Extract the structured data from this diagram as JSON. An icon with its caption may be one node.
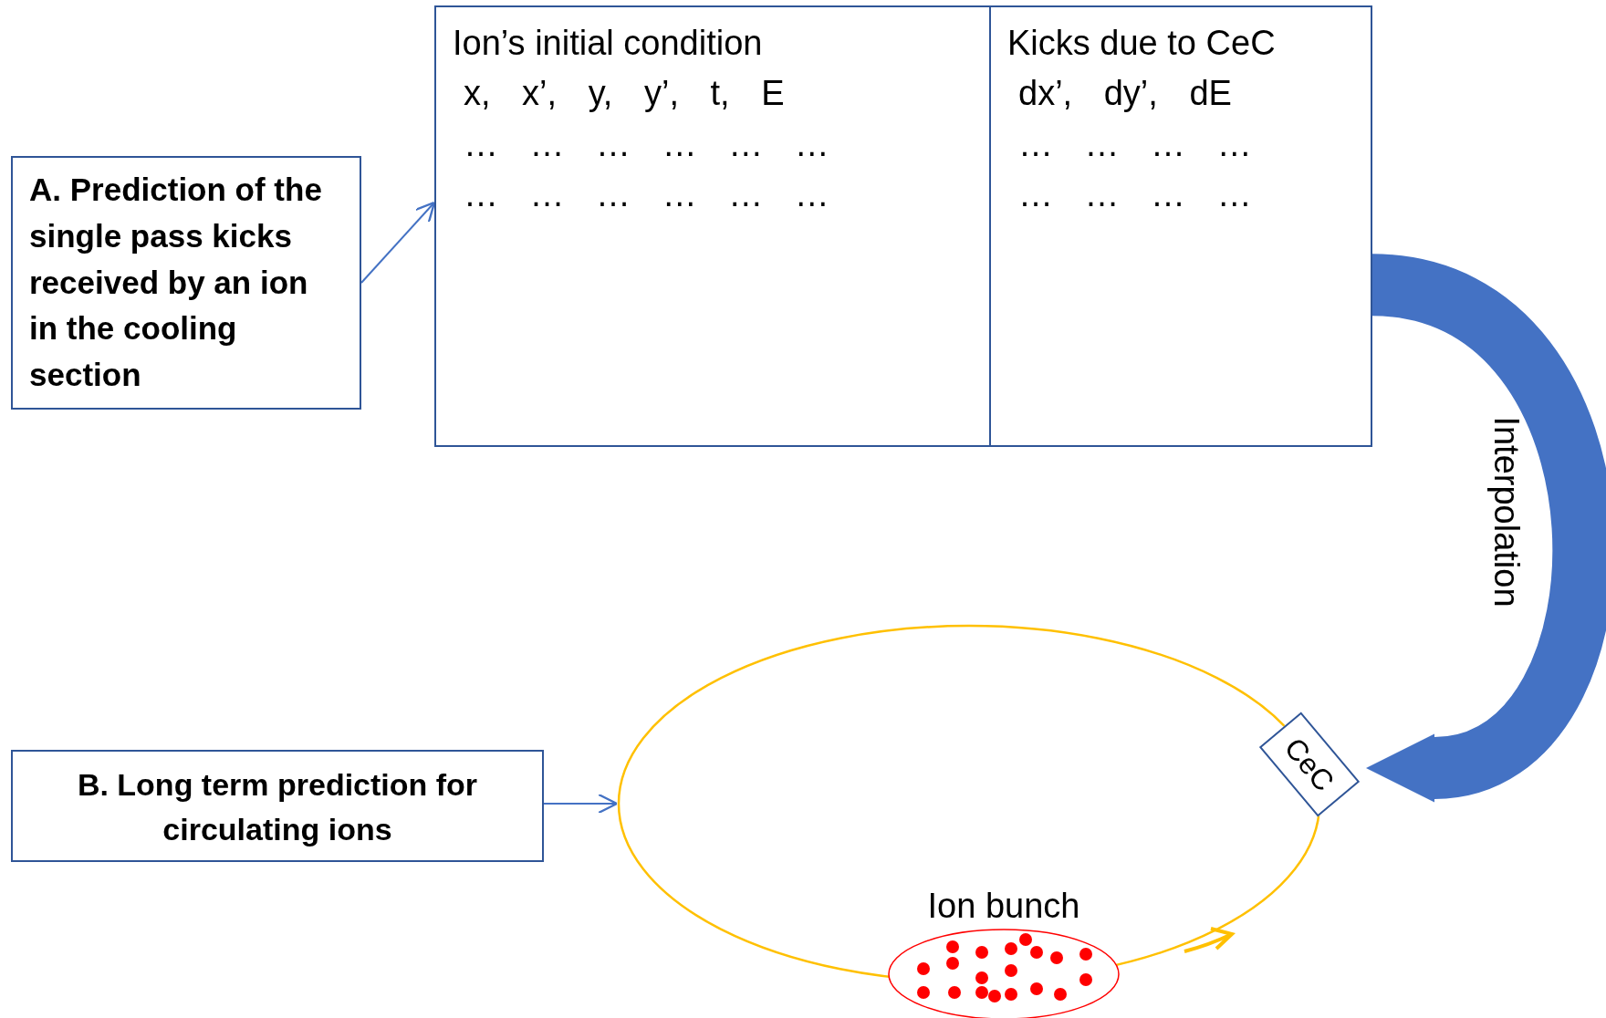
{
  "diagram": {
    "nodes": [
      {
        "text": [
          "A. Prediction of the single pass kicks received by an ion in the cooling section"
        ]
      },
      {
        "text": [
          "Ion’s initial condition",
          "x, x’, y, y’, t, E",
          "… … … … … …",
          "… … … … … …"
        ]
      },
      {
        "text": [
          "Kicks due to CeC",
          "dx’, dy’, dE",
          "… … … …",
          "… … … …"
        ]
      },
      {
        "text": [
          "B. Long term prediction for circulating ions"
        ]
      },
      {
        "text": [],
        "shape": "ellipse"
      },
      {
        "text": [
          "CeC"
        ]
      },
      {
        "text": [],
        "shape": "ellipse",
        "beside": [
          "Ion bunch"
        ]
      }
    ],
    "edges": [
      {
        "from": 0,
        "to": 1,
        "arrow": "to"
      },
      {
        "from": 2,
        "to": 5,
        "arrow": "to",
        "label": "Interpolation",
        "style": "thick"
      },
      {
        "from": 3,
        "to": 4,
        "arrow": "to"
      }
    ]
  }
}
